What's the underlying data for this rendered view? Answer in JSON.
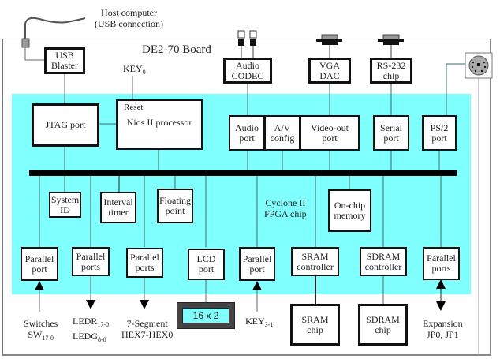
{
  "board": {
    "title": "DE2-70 Board"
  },
  "host": {
    "line1": "Host computer",
    "line2": "(USB connection)"
  },
  "fpga": {
    "line1": "Cyclone II",
    "line2": "FPGA chip"
  },
  "external_blocks": {
    "usb_blaster": [
      "USB",
      "Blaster"
    ],
    "audio_codec": [
      "Audio",
      "CODEC"
    ],
    "vga_dac": [
      "VGA",
      "DAC"
    ],
    "rs232": [
      "RS-232",
      "chip"
    ],
    "sram_chip": [
      "SRAM",
      "chip"
    ],
    "sdram_chip": [
      "SDRAM",
      "chip"
    ],
    "lcd_display": "16 x 2"
  },
  "fpga_blocks": {
    "jtag": "JTAG  port",
    "nios_reset": "Reset",
    "nios": "Nios II processor",
    "audio_port": [
      "Audio",
      "port"
    ],
    "av_config": [
      "A/V",
      "config"
    ],
    "video_out": [
      "Video-out",
      "port"
    ],
    "serial_port": [
      "Serial",
      "port"
    ],
    "ps2_port": [
      "PS/2",
      "port"
    ],
    "system_id": [
      "System",
      "ID"
    ],
    "interval_timer": [
      "Interval",
      "timer"
    ],
    "floating_point": [
      "Floating",
      "point"
    ],
    "onchip_memory": [
      "On-chip",
      "memory"
    ],
    "pp_switches": [
      "Parallel",
      "port"
    ],
    "pp_leds": [
      "Parallel",
      "ports"
    ],
    "pp_hex": [
      "Parallel",
      "ports"
    ],
    "lcd_port": [
      "LCD",
      "port"
    ],
    "pp_keys": [
      "Parallel",
      "port"
    ],
    "sram_ctrl": [
      "SRAM",
      "controller"
    ],
    "sdram_ctrl": [
      "SDRAM",
      "controller"
    ],
    "pp_expansion": [
      "Parallel",
      "ports"
    ]
  },
  "io_labels": {
    "key0": {
      "main": "KEY",
      "sub": "0"
    },
    "switches": {
      "line1": "Switches",
      "main": "SW",
      "sub": "17-0"
    },
    "leds": {
      "main1": "LEDR",
      "sub1": "17-0",
      "main2": "LEDG",
      "sub2": "8-0"
    },
    "hex": {
      "line1": "7-Segment",
      "line2": "HEX7-HEX0"
    },
    "keys": {
      "main": "KEY",
      "sub": "3-1"
    },
    "expansion": {
      "line1": "Expansion",
      "line2": "JP0, JP1"
    }
  },
  "colors": {
    "fpga_fill": "#80ffff",
    "bus": "#000000",
    "lcd_bezel": "#444444"
  }
}
